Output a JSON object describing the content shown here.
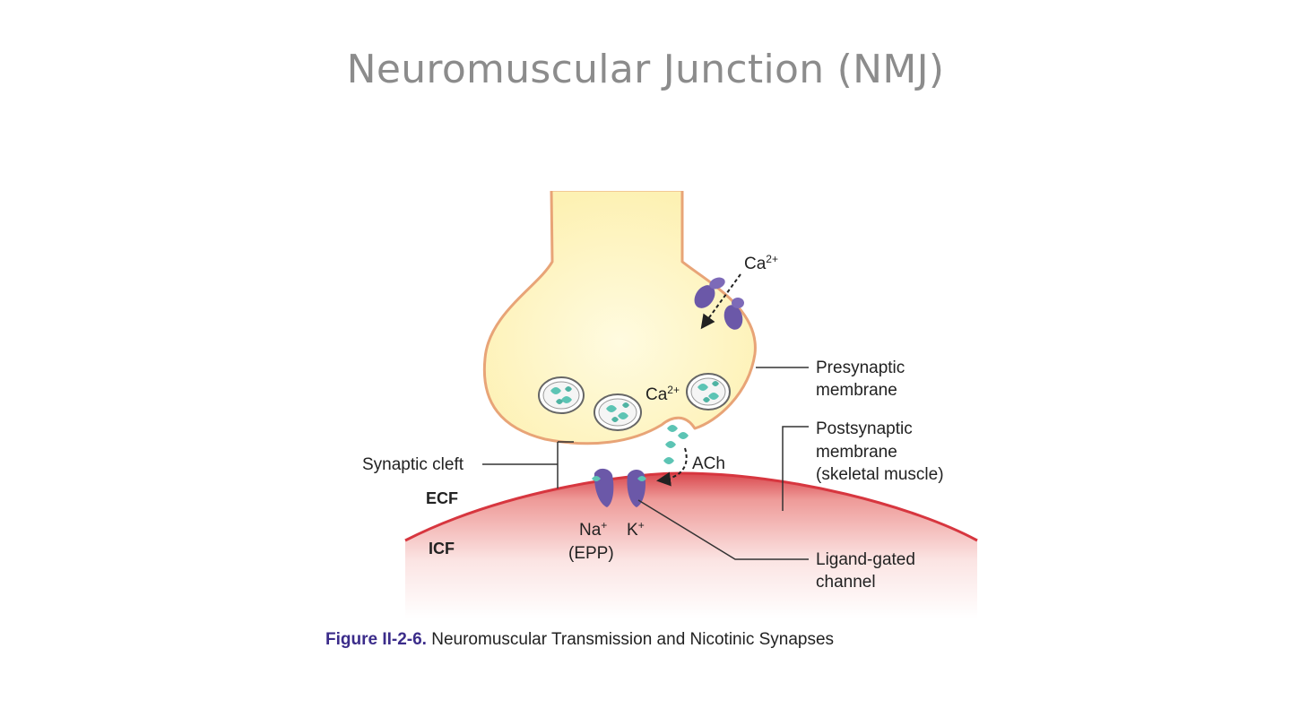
{
  "slide": {
    "title": "Neuromuscular Junction (NMJ)"
  },
  "figure": {
    "labels": {
      "ca_top": "Ca",
      "ca_top_sup": "2+",
      "ca_mid": "Ca",
      "ca_mid_sup": "2+",
      "ach": "ACh",
      "presynaptic_line1": "Presynaptic",
      "presynaptic_line2": "membrane",
      "postsynaptic_line1": "Postsynaptic",
      "postsynaptic_line2": "membrane",
      "postsynaptic_line3": "(skeletal muscle)",
      "synaptic_cleft": "Synaptic cleft",
      "ecf": "ECF",
      "icf": "ICF",
      "na": "Na",
      "na_sup": "+",
      "epp": "(EPP)",
      "k": "K",
      "k_sup": "+",
      "ligand_line1": "Ligand-gated",
      "ligand_line2": "channel"
    },
    "caption_number": "Figure II-2-6.",
    "caption_text": "Neuromuscular Transmission and Nicotinic Synapses",
    "colors": {
      "terminal_fill": "#fdf6c4",
      "terminal_outline": "#e8a477",
      "muscle": "#e06a6a",
      "channel": "#6b58a8",
      "vesicle_contents": "#5cc4b4",
      "caption_accent": "#3b2c8a"
    }
  }
}
